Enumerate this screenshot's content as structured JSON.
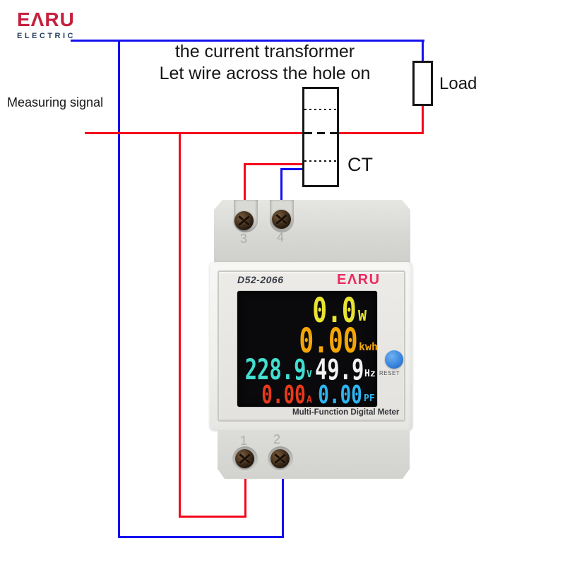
{
  "brand": {
    "name": "EΛRU",
    "subtitle": "ELECTRIC"
  },
  "diagram": {
    "title_line1": "the current transformer",
    "title_line2": "Let wire across the hole on",
    "measuring_signal_label": "Measuring signal",
    "load_label": "Load",
    "ct_label": "CT"
  },
  "meter": {
    "model": "D52-2066",
    "brand": "EΛRU",
    "caption": "Multi-Function Digital Meter",
    "reset_label": "RESET",
    "terminals": {
      "top": [
        "3",
        "4"
      ],
      "bottom": [
        "1",
        "2"
      ]
    },
    "display": {
      "power": {
        "value": "0.0",
        "unit": "W",
        "color": "#e9e431"
      },
      "energy": {
        "value": "0.00",
        "unit": "kwh",
        "color": "#f4a607"
      },
      "voltage": {
        "value": "228.9",
        "unit": "V",
        "color": "#43dfd0"
      },
      "frequency": {
        "value": "49.9",
        "unit": "Hz",
        "color": "#f2f2f2"
      },
      "current": {
        "value": "0.00",
        "unit": "A",
        "color": "#e93a1b"
      },
      "power_factor": {
        "value": "0.00",
        "unit": "PF",
        "color": "#2eb5f1"
      }
    }
  },
  "colors": {
    "live_wire_red": "#f5081c",
    "neutral_wire_blue": "#1510ee",
    "brand_red": "#c5203f",
    "brand_navy": "#263d5c",
    "meter_logo_pink": "#ea2a60",
    "reset_button_blue": "#3a86dd"
  }
}
